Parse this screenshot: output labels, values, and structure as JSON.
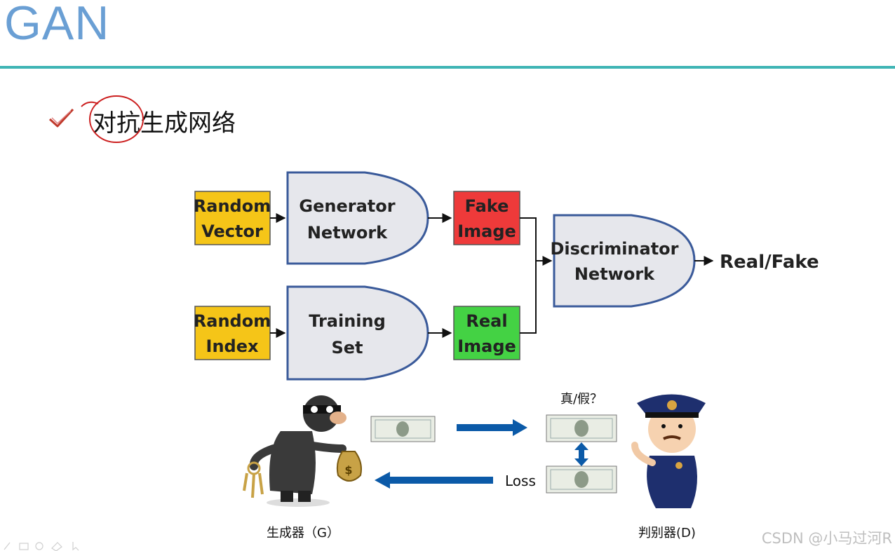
{
  "slide": {
    "title": "GAN",
    "bullet_text": "对抗生成网络"
  },
  "diagram": {
    "random_vector": [
      "Random",
      "Vector"
    ],
    "generator": [
      "Generator",
      "Network"
    ],
    "fake_image": [
      "Fake",
      "Image"
    ],
    "random_index": [
      "Random",
      "Index"
    ],
    "training_set": [
      "Training",
      "Set"
    ],
    "real_image": [
      "Real",
      "Image"
    ],
    "discriminator": [
      "Discriminator",
      "Network"
    ],
    "output": "Real/Fake"
  },
  "illustration": {
    "question": "真/假？",
    "loss_label": "Loss",
    "generator_caption": "生成器（G）",
    "discriminator_caption": "判别器(D)"
  },
  "watermark": "CSDN @小马过河R",
  "colors": {
    "yellow_box": "#f5c518",
    "fake_red": "#ee3a3a",
    "real_green": "#44d244",
    "gate_fill": "#e6e7ec",
    "gate_stroke": "#3a5a9a",
    "arrow_blue": "#0b5aa8",
    "rule_teal": "#3fb5b5",
    "title_blue": "#6a9fd4"
  }
}
